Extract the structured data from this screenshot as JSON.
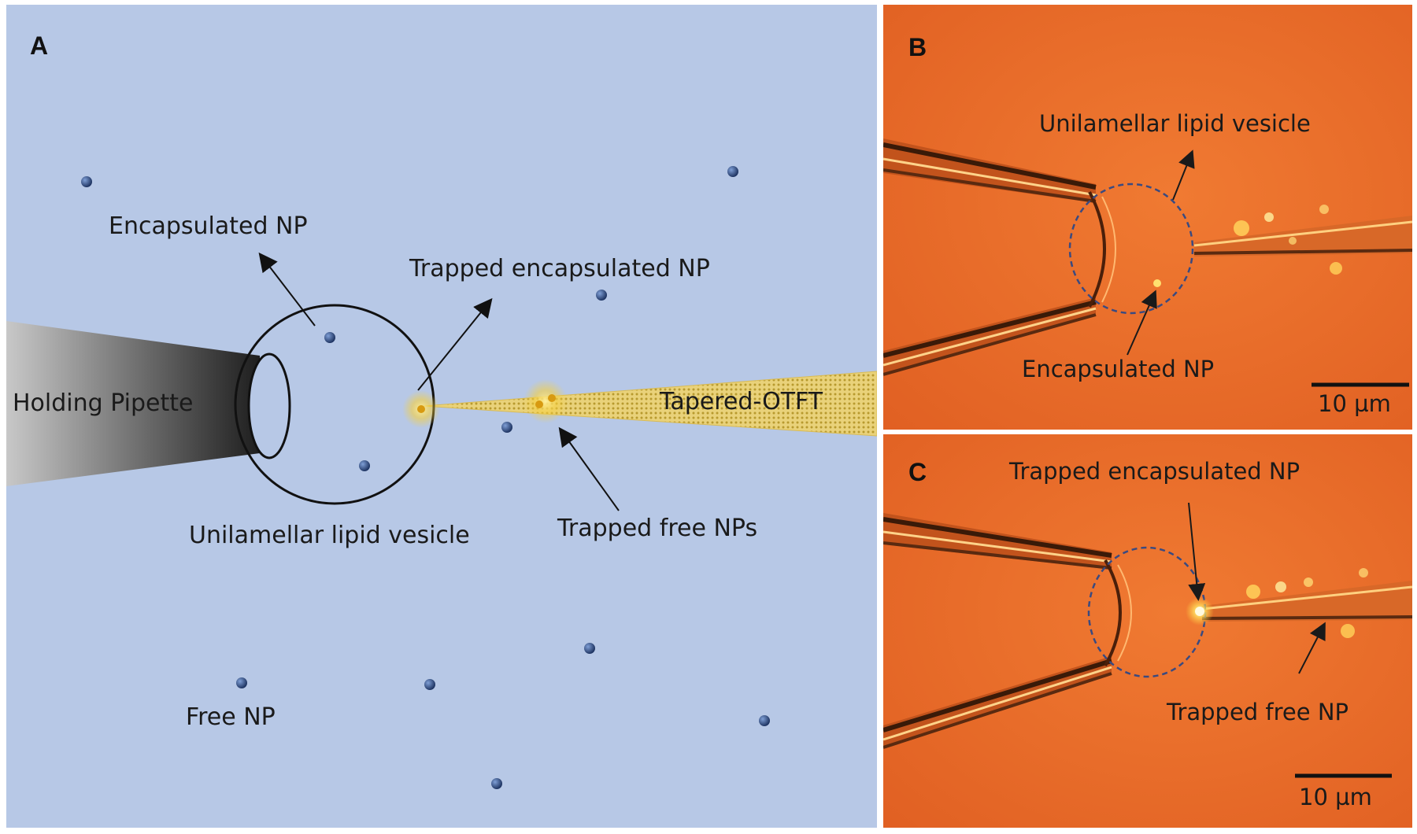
{
  "panels": {
    "a": {
      "letter": "A",
      "labels": {
        "encapsulated_np": "Encapsulated NP",
        "trapped_encapsulated_np": "Trapped encapsulated NP",
        "holding_pipette": "Holding Pipette",
        "tapered_otft": "Tapered-OTFT",
        "unilamellar_lipid_vesicle": "Unilamellar lipid vesicle",
        "trapped_free_nps": "Trapped free NPs",
        "free_np": "Free NP"
      },
      "colors": {
        "background": "#b7c8e6",
        "nanoparticle": "#2e4a7e",
        "trapped": "#e8b12a"
      }
    },
    "b": {
      "letter": "B",
      "labels": {
        "unilamellar_lipid_vesicle": "Unilamellar lipid vesicle",
        "encapsulated_np": "Encapsulated NP"
      },
      "scale_bar": "10 µm"
    },
    "c": {
      "letter": "C",
      "labels": {
        "trapped_encapsulated_np": "Trapped encapsulated NP",
        "trapped_free_np": "Trapped free NP"
      },
      "scale_bar": "10 µm"
    }
  },
  "colors": {
    "micrograph_orange": "#e8672a"
  }
}
